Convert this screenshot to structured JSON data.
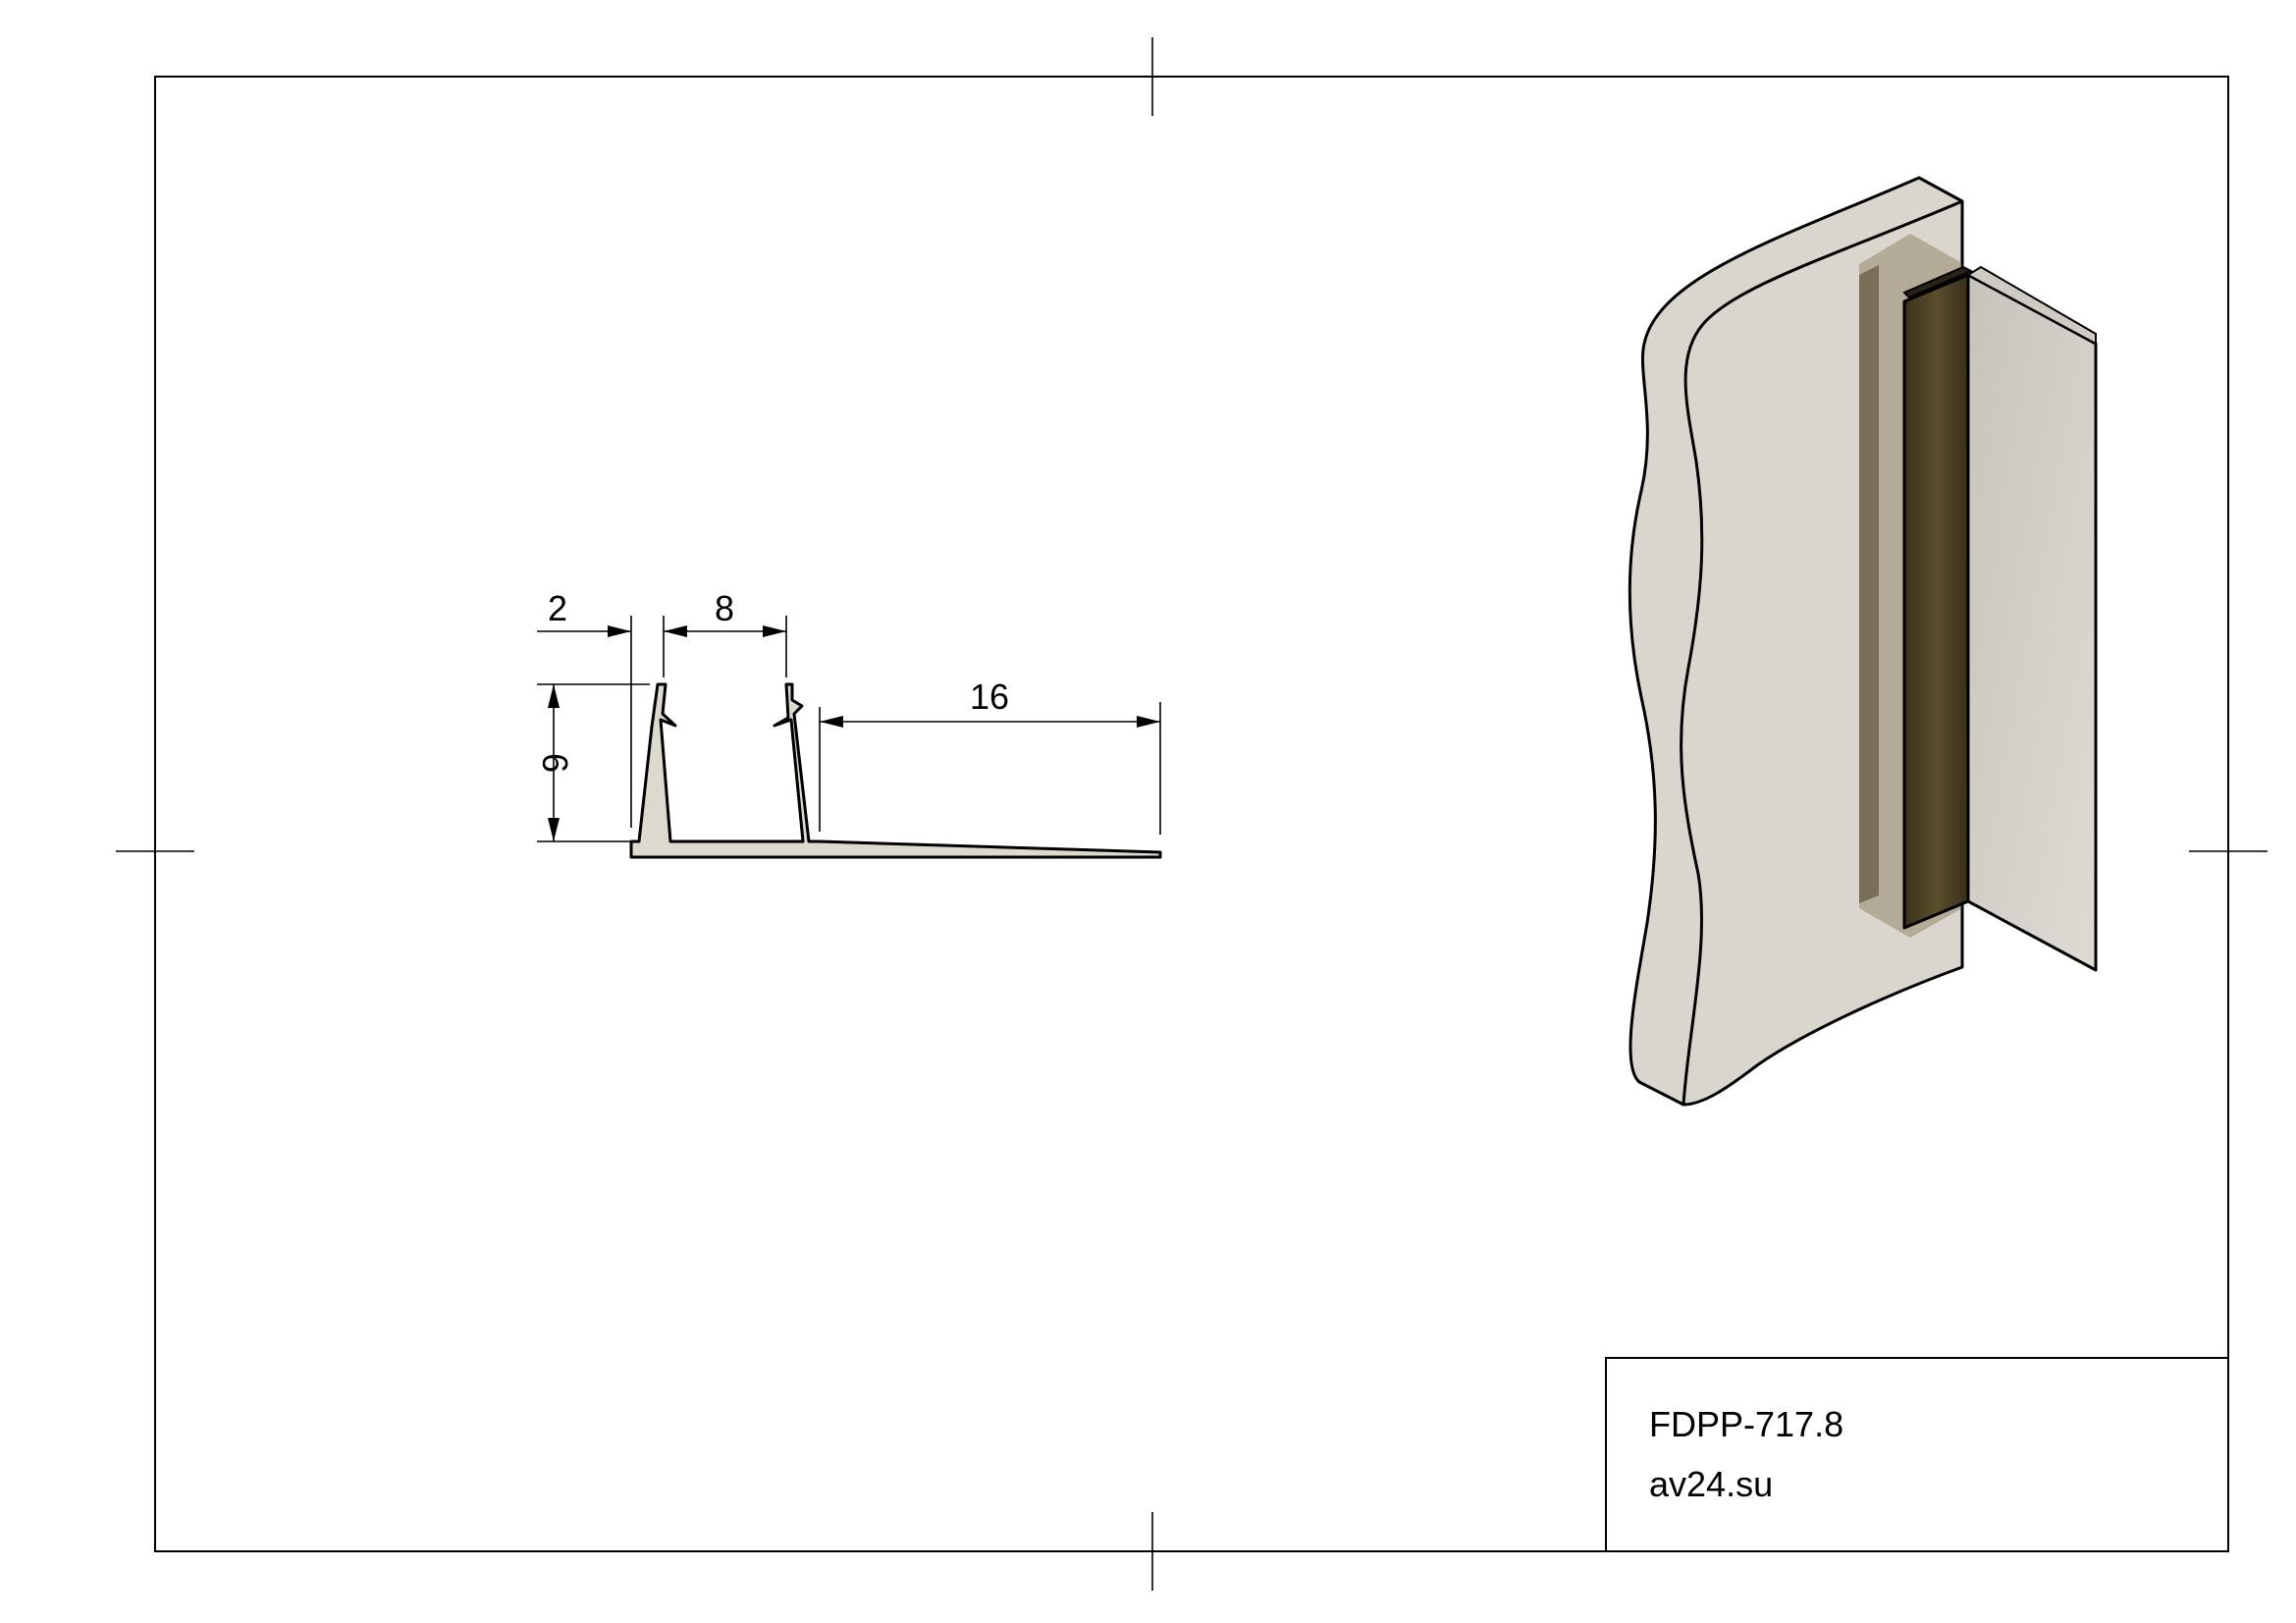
{
  "dimensions": {
    "wall_thickness": "2",
    "channel_width": "8",
    "height": "6",
    "flange_length": "16"
  },
  "title_block": {
    "part_number": "FDPP-717.8",
    "website": "av24.su"
  },
  "colors": {
    "profile_fill": "#ddd9cf",
    "wall_fill": "#d6d2c8",
    "glass_tint": "#4a3f22",
    "panel_fill": "#c9c6bd",
    "line": "#000000"
  }
}
